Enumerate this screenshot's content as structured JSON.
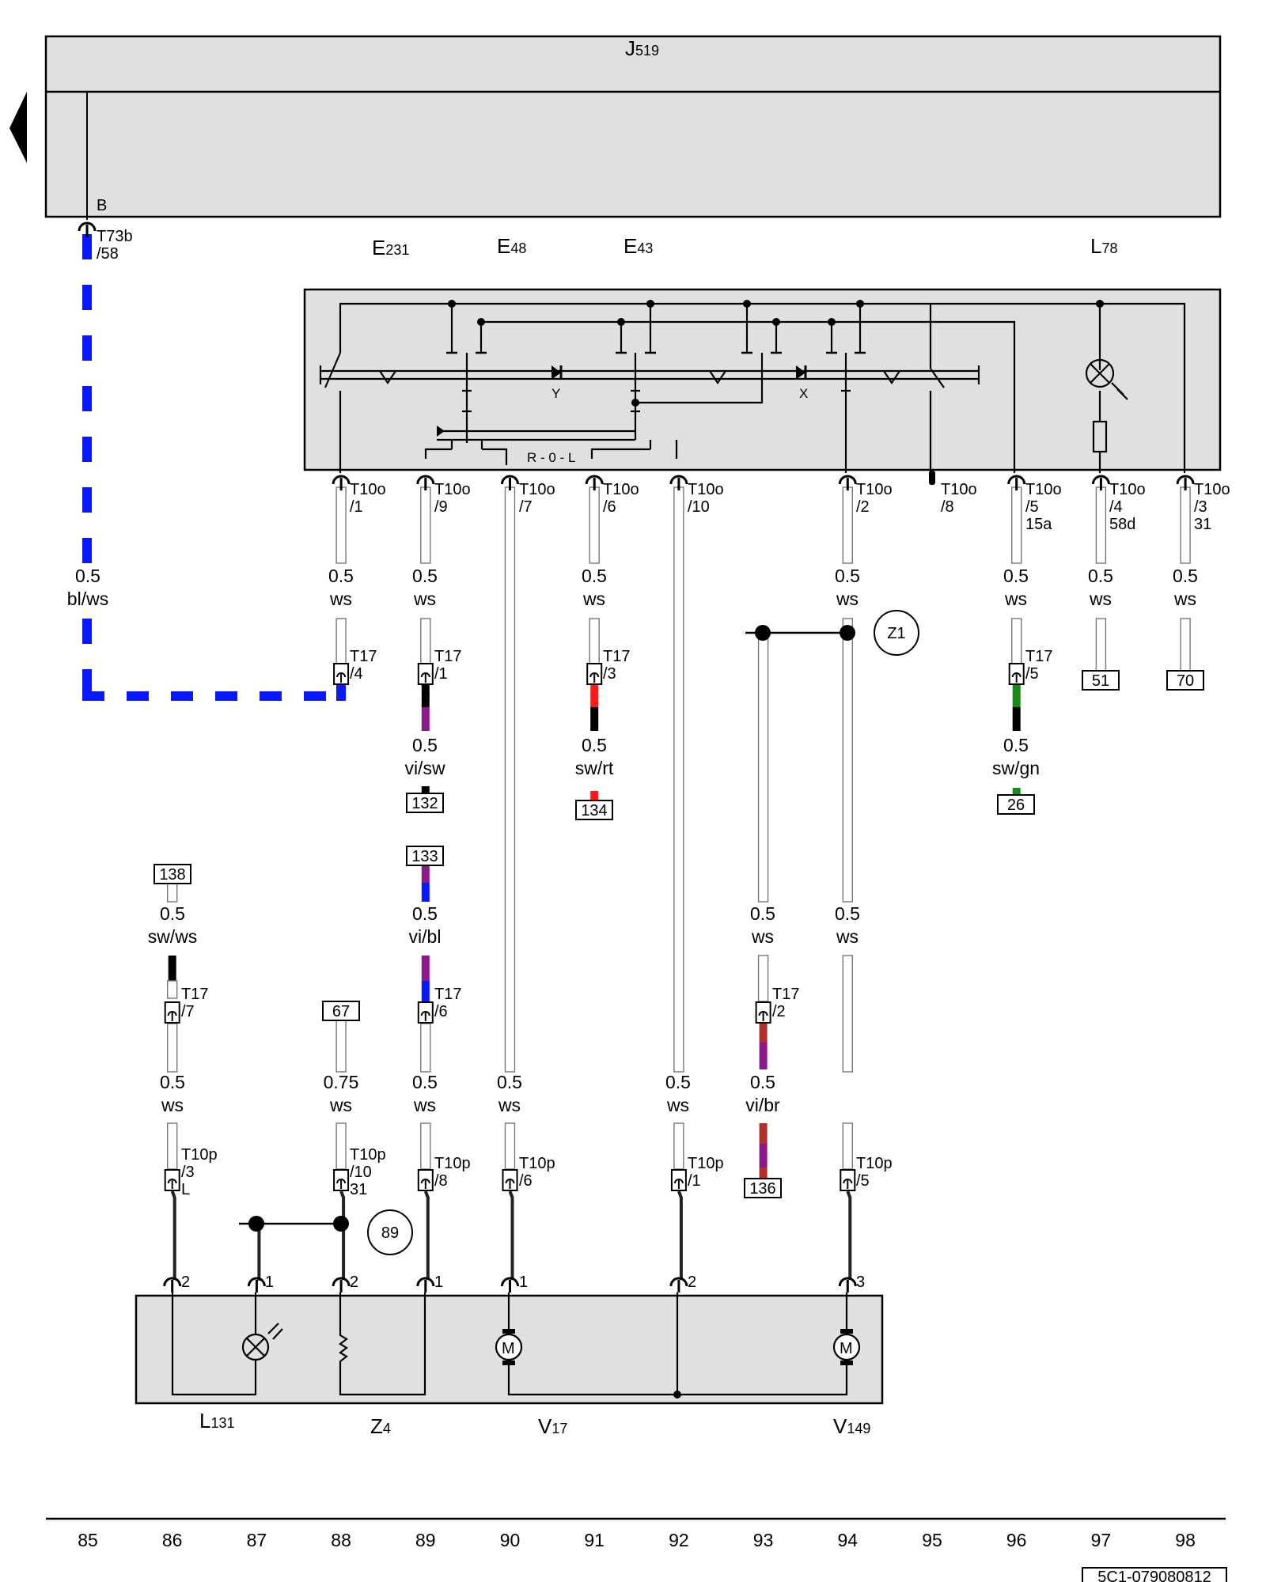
{
  "colors": {
    "component_fill": "#e0e0e0",
    "bl": "#0a18ff",
    "ws": "#ffffff",
    "vi": "#8a1a8a",
    "sw": "#000000",
    "rt": "#ff1a1a",
    "gn": "#1a8a1a",
    "br": "#b0302a"
  },
  "components": {
    "j519": {
      "main": "J",
      "sub": "519"
    },
    "e231": {
      "main": "E",
      "sub": "231"
    },
    "e48": {
      "main": "E",
      "sub": "48"
    },
    "e43": {
      "main": "E",
      "sub": "43"
    },
    "l78": {
      "main": "L",
      "sub": "78"
    },
    "l131": {
      "main": "L",
      "sub": "131"
    },
    "z4": {
      "main": "Z",
      "sub": "4"
    },
    "v17": {
      "main": "V",
      "sub": "17"
    },
    "v149": {
      "main": "V",
      "sub": "149"
    }
  },
  "labels": {
    "b": "B",
    "y": "Y",
    "x": "X",
    "r0l": "R - 0 - L",
    "z1": "Z1",
    "c89": "89",
    "m": "M",
    "doc": "5C1-079080812"
  },
  "pins": {
    "t73b": [
      "T73b",
      "/58"
    ],
    "t10o_1": [
      "T10o",
      "/1"
    ],
    "t10o_9": [
      "T10o",
      "/9"
    ],
    "t10o_7": [
      "T10o",
      "/7"
    ],
    "t10o_6": [
      "T10o",
      "/6"
    ],
    "t10o_10": [
      "T10o",
      "/10"
    ],
    "t10o_2": [
      "T10o",
      "/2"
    ],
    "t10o_8": [
      "T10o",
      "/8"
    ],
    "t10o_5": [
      "T10o",
      "/5",
      "15a"
    ],
    "t10o_4": [
      "T10o",
      "/4",
      "58d"
    ],
    "t10o_3": [
      "T10o",
      "/3",
      "31"
    ],
    "t17_4": [
      "T17",
      "/4"
    ],
    "t17_1": [
      "T17",
      "/1"
    ],
    "t17_3": [
      "T17",
      "/3"
    ],
    "t17_5": [
      "T17",
      "/5"
    ],
    "t17_7": [
      "T17",
      "/7"
    ],
    "t17_6": [
      "T17",
      "/6"
    ],
    "t17_2": [
      "T17",
      "/2"
    ],
    "t10p_3": [
      "T10p",
      "/3",
      "L"
    ],
    "t10p_10": [
      "T10p",
      "/10",
      "31"
    ],
    "t10p_8": [
      "T10p",
      "/8"
    ],
    "t10p_6": [
      "T10p",
      "/6"
    ],
    "t10p_1": [
      "T10p",
      "/1"
    ],
    "t10p_5": [
      "T10p",
      "/5"
    ],
    "p86": "2",
    "p87": "1",
    "p88": "2",
    "p89": "1",
    "p90": "1",
    "p92": "2",
    "p94": "3"
  },
  "wires": {
    "w85": [
      "0.5",
      "bl/ws"
    ],
    "w88a": [
      "0.5",
      "ws"
    ],
    "w89a": [
      "0.5",
      "ws"
    ],
    "w91a": [
      "0.5",
      "ws"
    ],
    "w94a": [
      "0.5",
      "ws"
    ],
    "w96a": [
      "0.5",
      "ws"
    ],
    "w97a": [
      "0.5",
      "ws"
    ],
    "w98a": [
      "0.5",
      "ws"
    ],
    "w89b": [
      "0.5",
      "vi/sw"
    ],
    "w91b": [
      "0.5",
      "sw/rt"
    ],
    "w96b": [
      "0.5",
      "sw/gn"
    ],
    "w86a": [
      "0.5",
      "sw/ws"
    ],
    "w89c": [
      "0.5",
      "vi/bl"
    ],
    "w93a": [
      "0.5",
      "ws"
    ],
    "w94b": [
      "0.5",
      "ws"
    ],
    "w86b": [
      "0.5",
      "ws"
    ],
    "w88b": [
      "0.75",
      "ws"
    ],
    "w89d": [
      "0.5",
      "ws"
    ],
    "w90": [
      "0.5",
      "ws"
    ],
    "w92": [
      "0.5",
      "ws"
    ],
    "w93b": [
      "0.5",
      "vi/br"
    ]
  },
  "refs": {
    "r51": "51",
    "r70": "70",
    "r132": "132",
    "r134": "134",
    "r26": "26",
    "r138": "138",
    "r133": "133",
    "r67": "67",
    "r136": "136"
  },
  "columns": [
    "85",
    "86",
    "87",
    "88",
    "89",
    "90",
    "91",
    "92",
    "93",
    "94",
    "95",
    "96",
    "97",
    "98"
  ]
}
